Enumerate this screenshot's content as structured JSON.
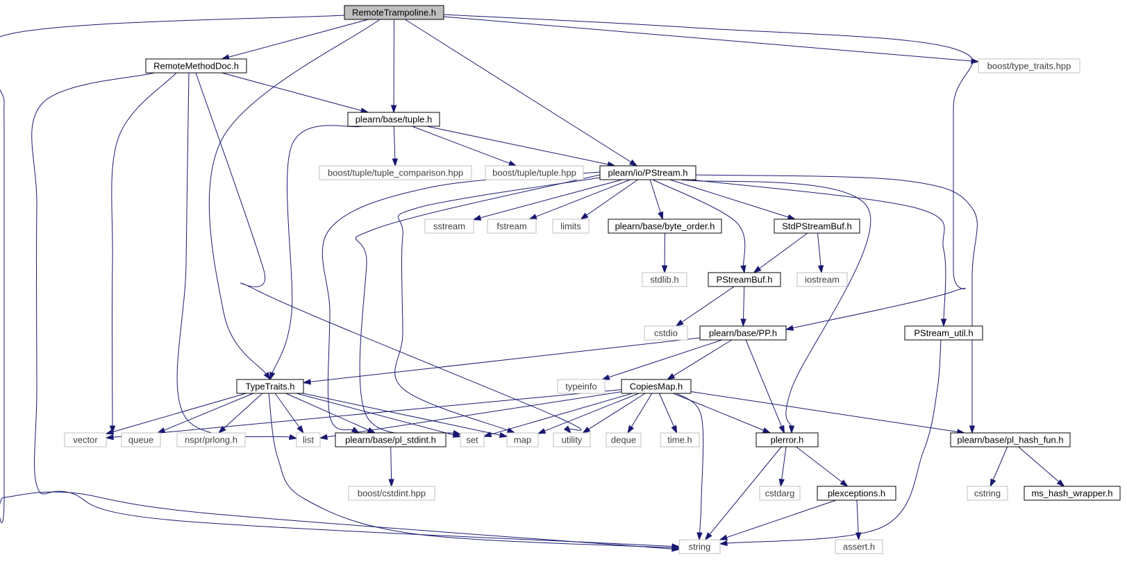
{
  "colors": {
    "edge": "#191970",
    "focus_fill": "#bfbfbf",
    "local_border": "#000000",
    "system_border": "#bfbfbf",
    "system_text": "#404040",
    "text": "#000000"
  },
  "nodes": [
    {
      "id": "n0",
      "label": "RemoteTrampoline.h",
      "kind": "focus"
    },
    {
      "id": "n1",
      "label": "RemoteMethodDoc.h",
      "kind": "local"
    },
    {
      "id": "n2",
      "label": "boost/type_traits.hpp",
      "kind": "system"
    },
    {
      "id": "n3",
      "label": "plearn/base/tuple.h",
      "kind": "local"
    },
    {
      "id": "n4",
      "label": "boost/tuple/tuple_comparison.hpp",
      "kind": "system"
    },
    {
      "id": "n5",
      "label": "boost/tuple/tuple.hpp",
      "kind": "system"
    },
    {
      "id": "n6",
      "label": "plearn/io/PStream.h",
      "kind": "local"
    },
    {
      "id": "n7",
      "label": "sstream",
      "kind": "system"
    },
    {
      "id": "n8",
      "label": "fstream",
      "kind": "system"
    },
    {
      "id": "n9",
      "label": "limits",
      "kind": "system"
    },
    {
      "id": "n10",
      "label": "plearn/base/byte_order.h",
      "kind": "local"
    },
    {
      "id": "n11",
      "label": "StdPStreamBuf.h",
      "kind": "local"
    },
    {
      "id": "n12",
      "label": "stdlib.h",
      "kind": "system"
    },
    {
      "id": "n13",
      "label": "PStreamBuf.h",
      "kind": "local"
    },
    {
      "id": "n14",
      "label": "iostream",
      "kind": "system"
    },
    {
      "id": "n15",
      "label": "cstdio",
      "kind": "system"
    },
    {
      "id": "n16",
      "label": "plearn/base/PP.h",
      "kind": "local"
    },
    {
      "id": "n17",
      "label": "PStream_util.h",
      "kind": "local"
    },
    {
      "id": "n18",
      "label": "TypeTraits.h",
      "kind": "local"
    },
    {
      "id": "n19",
      "label": "typeinfo",
      "kind": "system"
    },
    {
      "id": "n20",
      "label": "CopiesMap.h",
      "kind": "local"
    },
    {
      "id": "n21",
      "label": "vector",
      "kind": "system"
    },
    {
      "id": "n22",
      "label": "queue",
      "kind": "system"
    },
    {
      "id": "n23",
      "label": "nspr/prlong.h",
      "kind": "system"
    },
    {
      "id": "n24",
      "label": "list",
      "kind": "system"
    },
    {
      "id": "n25",
      "label": "plearn/base/pl_stdint.h",
      "kind": "local"
    },
    {
      "id": "n26",
      "label": "set",
      "kind": "system"
    },
    {
      "id": "n27",
      "label": "map",
      "kind": "system"
    },
    {
      "id": "n28",
      "label": "utility",
      "kind": "system"
    },
    {
      "id": "n29",
      "label": "deque",
      "kind": "system"
    },
    {
      "id": "n30",
      "label": "time.h",
      "kind": "system"
    },
    {
      "id": "n31",
      "label": "plerror.h",
      "kind": "local"
    },
    {
      "id": "n32",
      "label": "plearn/base/pl_hash_fun.h",
      "kind": "local"
    },
    {
      "id": "n33",
      "label": "boost/cstdint.hpp",
      "kind": "system"
    },
    {
      "id": "n34",
      "label": "cstdarg",
      "kind": "system"
    },
    {
      "id": "n35",
      "label": "plexceptions.h",
      "kind": "local"
    },
    {
      "id": "n36",
      "label": "cstring",
      "kind": "system"
    },
    {
      "id": "n37",
      "label": "ms_hash_wrapper.h",
      "kind": "local"
    },
    {
      "id": "n38",
      "label": "string",
      "kind": "system"
    },
    {
      "id": "n39",
      "label": "assert.h",
      "kind": "system"
    }
  ],
  "edges": [
    [
      "n0",
      "n1"
    ],
    [
      "n0",
      "n2"
    ],
    [
      "n0",
      "n3"
    ],
    [
      "n0",
      "n6"
    ],
    [
      "n0",
      "n16"
    ],
    [
      "n0",
      "n18"
    ],
    [
      "n0",
      "n38"
    ],
    [
      "n1",
      "n3"
    ],
    [
      "n1",
      "n21"
    ],
    [
      "n1",
      "n24"
    ],
    [
      "n1",
      "n28"
    ],
    [
      "n1",
      "n38"
    ],
    [
      "n3",
      "n4"
    ],
    [
      "n3",
      "n5"
    ],
    [
      "n3",
      "n6"
    ],
    [
      "n3",
      "n18"
    ],
    [
      "n6",
      "n7"
    ],
    [
      "n6",
      "n8"
    ],
    [
      "n6",
      "n9"
    ],
    [
      "n6",
      "n10"
    ],
    [
      "n6",
      "n11"
    ],
    [
      "n6",
      "n13"
    ],
    [
      "n6",
      "n17"
    ],
    [
      "n6",
      "n25"
    ],
    [
      "n6",
      "n26"
    ],
    [
      "n6",
      "n27"
    ],
    [
      "n6",
      "n31"
    ],
    [
      "n6",
      "n32"
    ],
    [
      "n10",
      "n12"
    ],
    [
      "n11",
      "n13"
    ],
    [
      "n11",
      "n14"
    ],
    [
      "n13",
      "n15"
    ],
    [
      "n13",
      "n16"
    ],
    [
      "n16",
      "n18"
    ],
    [
      "n16",
      "n19"
    ],
    [
      "n16",
      "n20"
    ],
    [
      "n16",
      "n31"
    ],
    [
      "n17",
      "n38"
    ],
    [
      "n18",
      "n21"
    ],
    [
      "n18",
      "n22"
    ],
    [
      "n18",
      "n23"
    ],
    [
      "n18",
      "n24"
    ],
    [
      "n18",
      "n25"
    ],
    [
      "n18",
      "n26"
    ],
    [
      "n18",
      "n27"
    ],
    [
      "n18",
      "n38"
    ],
    [
      "n20",
      "n21"
    ],
    [
      "n20",
      "n24"
    ],
    [
      "n20",
      "n26"
    ],
    [
      "n20",
      "n27"
    ],
    [
      "n20",
      "n28"
    ],
    [
      "n20",
      "n29"
    ],
    [
      "n20",
      "n30"
    ],
    [
      "n20",
      "n31"
    ],
    [
      "n20",
      "n32"
    ],
    [
      "n20",
      "n38"
    ],
    [
      "n25",
      "n33"
    ],
    [
      "n31",
      "n34"
    ],
    [
      "n31",
      "n35"
    ],
    [
      "n31",
      "n38"
    ],
    [
      "n32",
      "n36"
    ],
    [
      "n32",
      "n37"
    ],
    [
      "n35",
      "n38"
    ],
    [
      "n35",
      "n39"
    ]
  ]
}
